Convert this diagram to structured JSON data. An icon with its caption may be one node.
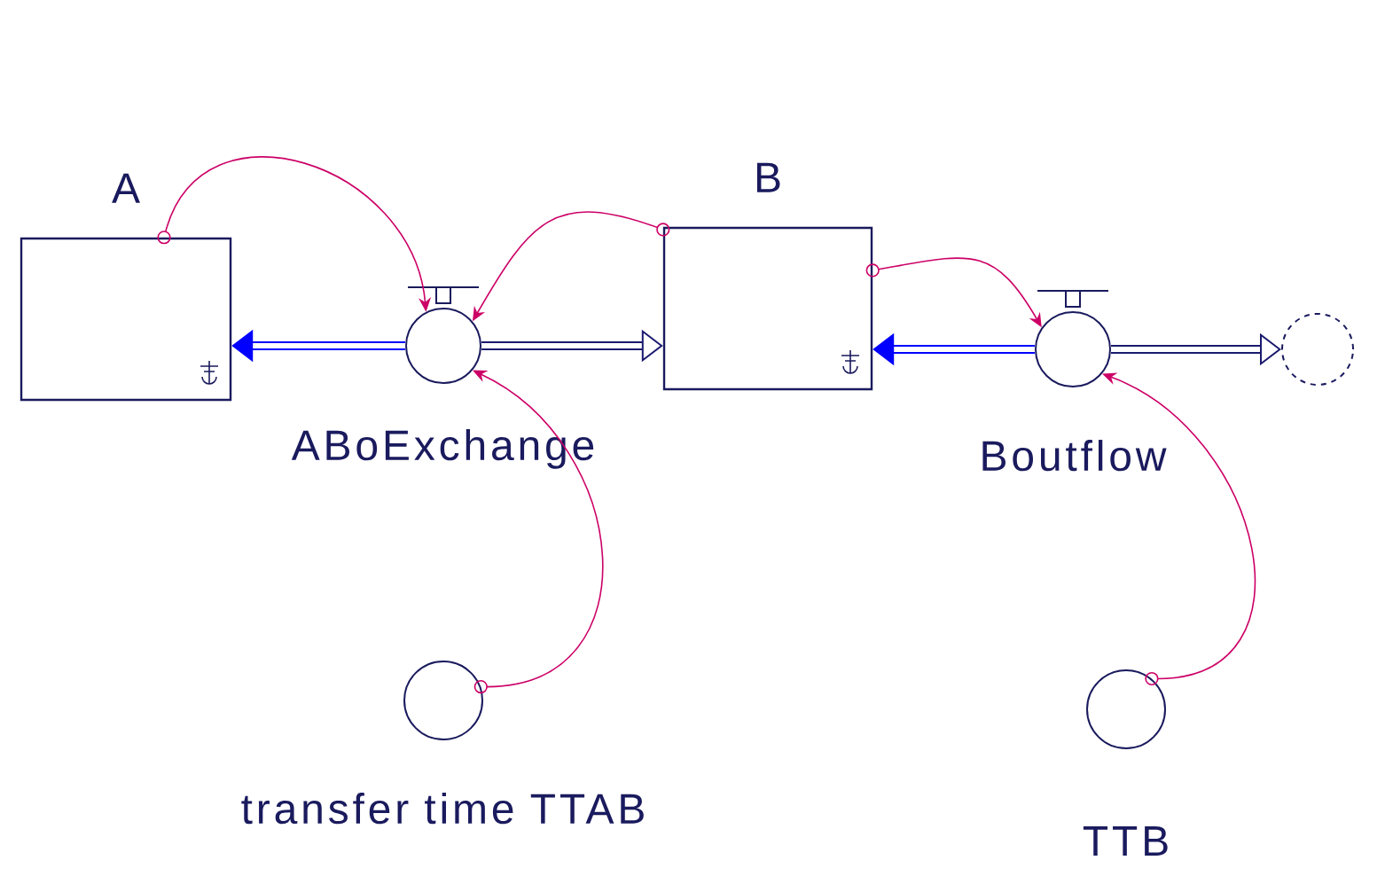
{
  "diagram": {
    "nodes": [
      {
        "text": [
          "A"
        ]
      },
      {
        "text": [
          "ABoExchange"
        ]
      },
      {
        "text": [
          "B"
        ]
      },
      {
        "text": [
          "Boutflow"
        ]
      },
      {
        "text": [],
        "shape": "cloud"
      },
      {
        "text": [
          "transfer time TTAB"
        ]
      },
      {
        "text": [
          "TTB"
        ]
      }
    ],
    "edges": [
      {
        "from": 1,
        "to": 0,
        "arrow": "to",
        "style": "thick",
        "color": "#0000ff"
      },
      {
        "from": 1,
        "to": 2,
        "arrow": "to",
        "style": "thick",
        "color": "#1a1a6e"
      },
      {
        "from": 3,
        "to": 2,
        "arrow": "to",
        "style": "thick",
        "color": "#0000ff"
      },
      {
        "from": 3,
        "to": 4,
        "arrow": "to",
        "style": "thick",
        "color": "#1a1a6e"
      },
      {
        "from": 0,
        "to": 1,
        "arrow": "to"
      },
      {
        "from": 2,
        "to": 1,
        "arrow": "to"
      },
      {
        "from": 5,
        "to": 1,
        "arrow": "to"
      },
      {
        "from": 2,
        "to": 3,
        "arrow": "to"
      },
      {
        "from": 6,
        "to": 3,
        "arrow": "to"
      }
    ]
  }
}
